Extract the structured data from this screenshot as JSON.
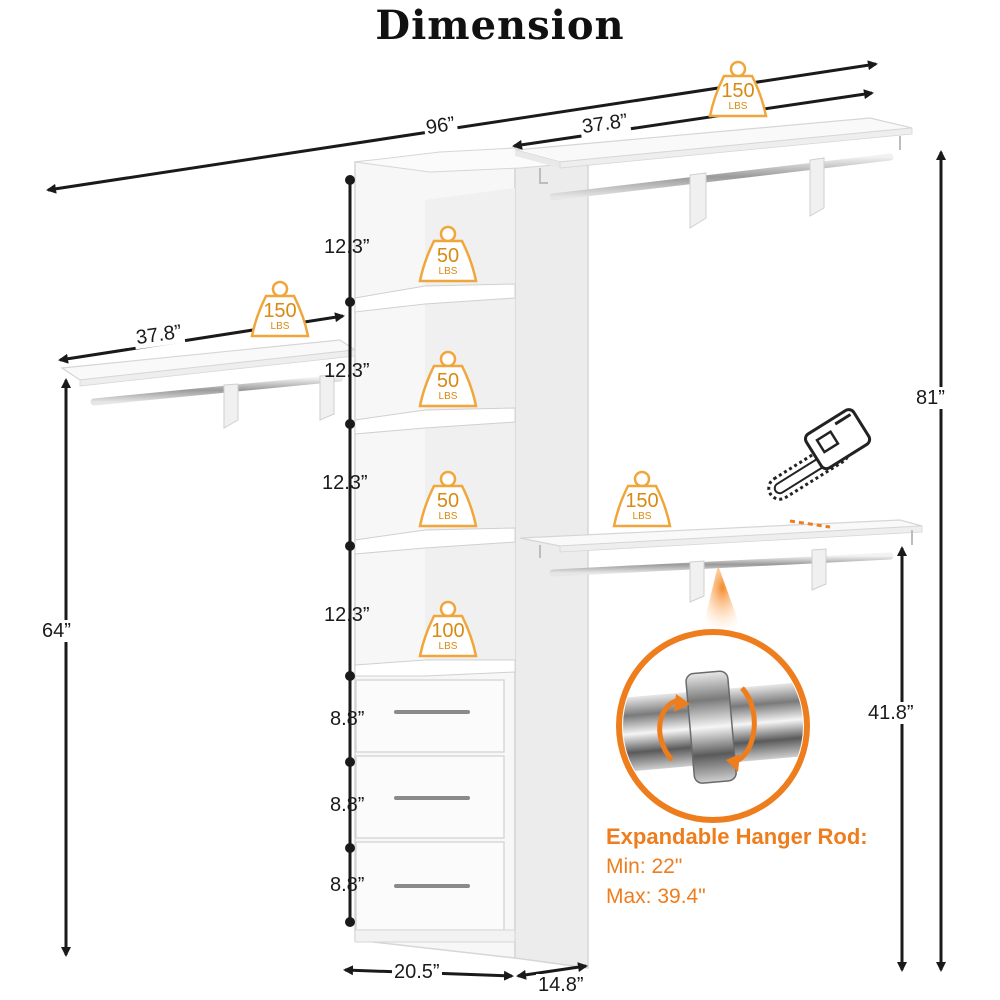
{
  "title": "Dimension",
  "dimensions": {
    "total_width": "96”",
    "right_shelf_width": "37.8”",
    "left_shelf_width": "37.8”",
    "tower_height": "81”",
    "left_rod_height": "64”",
    "right_rod_height": "41.8”",
    "tower_width": "20.5”",
    "tower_depth": "14.8”",
    "shelf_spacing": [
      "12.3”",
      "12.3”",
      "12.3”",
      "12.3”"
    ],
    "drawer_heights": [
      "8.8”",
      "8.8”",
      "8.8”"
    ]
  },
  "weights": {
    "unit": "LBS",
    "top_right_shelf": "150",
    "left_shelf": "150",
    "tower_shelf_1": "50",
    "tower_shelf_2": "50",
    "tower_shelf_3": "50",
    "tower_base_shelf": "100",
    "lower_right_shelf": "150"
  },
  "rod_note": {
    "heading": "Expandable Hanger Rod:",
    "min": "Min: 22\"",
    "max": "Max: 39.4\""
  },
  "colors": {
    "accent": "#ee7d1e",
    "weight_badge": "#f0a63a",
    "dimension_line": "#1a1a1a"
  }
}
